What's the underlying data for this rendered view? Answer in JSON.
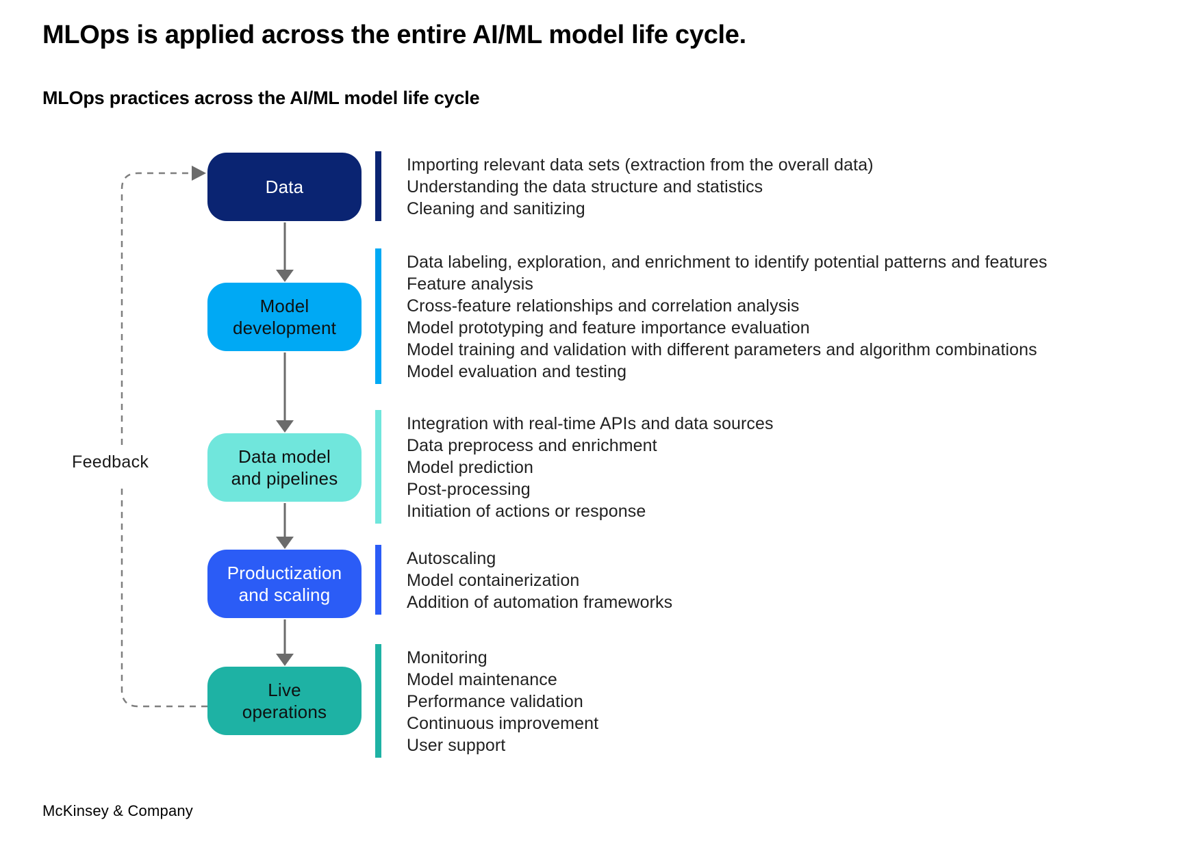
{
  "title": "MLOps is applied across the entire AI/ML model life cycle.",
  "subtitle": "MLOps practices across the AI/ML model life cycle",
  "feedback_label": "Feedback",
  "footer": "McKinsey & Company",
  "colors": {
    "background": "#ffffff",
    "connector_gray": "#6b6b6b",
    "dash_gray": "#7e7e7e",
    "body_text": "#212121"
  },
  "stages": [
    {
      "id": "data",
      "label": "Data",
      "label_lines": [
        "Data"
      ],
      "color": "#0a2472",
      "text_color": "#ffffff",
      "items": [
        "Importing relevant data sets (extraction from the overall data)",
        "Understanding the data structure and statistics",
        "Cleaning and sanitizing"
      ]
    },
    {
      "id": "model-development",
      "label": "Model development",
      "label_lines": [
        "Model",
        "development"
      ],
      "color": "#00a9f4",
      "text_color": "#0e1111",
      "items": [
        "Data labeling, exploration, and enrichment to identify potential patterns and features",
        "Feature analysis",
        "Cross-feature relationships and correlation analysis",
        "Model prototyping and feature importance evaluation",
        "Model training and validation with different parameters and algorithm combinations",
        "Model evaluation and testing"
      ]
    },
    {
      "id": "data-model-and-pipelines",
      "label": "Data model and pipelines",
      "label_lines": [
        "Data model",
        "and pipelines"
      ],
      "color": "#70e6dc",
      "text_color": "#0e1111",
      "items": [
        "Integration with real-time APIs and data sources",
        "Data preprocess and enrichment",
        "Model prediction",
        "Post-processing",
        "Initiation of actions or response"
      ]
    },
    {
      "id": "productization-and-scaling",
      "label": "Productization and scaling",
      "label_lines": [
        "Productization",
        "and scaling"
      ],
      "color": "#2b5cf6",
      "text_color": "#ffffff",
      "items": [
        "Autoscaling",
        "Model containerization",
        "Addition of automation frameworks"
      ]
    },
    {
      "id": "live-operations",
      "label": "Live operations",
      "label_lines": [
        "Live",
        "operations"
      ],
      "color": "#1eb2a4",
      "text_color": "#0e1111",
      "items": [
        "Monitoring",
        "Model maintenance",
        "Performance validation",
        "Continuous improvement",
        "User support"
      ]
    }
  ]
}
